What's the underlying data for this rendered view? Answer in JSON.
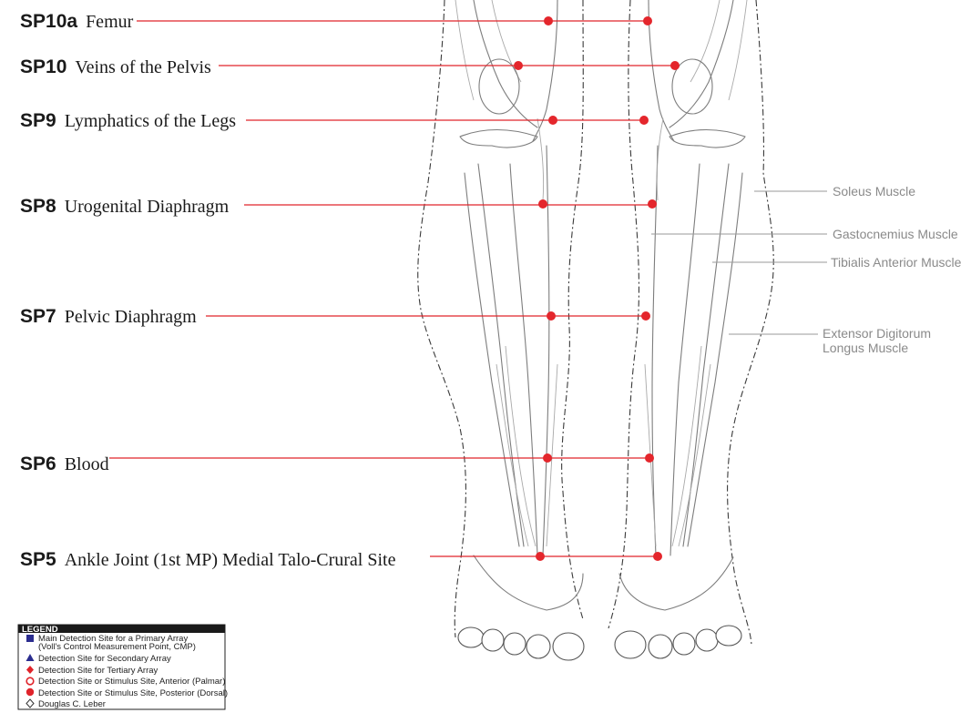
{
  "points": [
    {
      "code": "SP10a",
      "name": "Femur"
    },
    {
      "code": "SP10",
      "name": "Veins of the Pelvis"
    },
    {
      "code": "SP9",
      "name": "Lymphatics of the Legs"
    },
    {
      "code": "SP8",
      "name": "Urogenital Diaphragm"
    },
    {
      "code": "SP7",
      "name": "Pelvic Diaphragm"
    },
    {
      "code": "SP6",
      "name": "Blood"
    },
    {
      "code": "SP5",
      "name": "Ankle Joint  (1st MP) Medial Talo-Crural Site"
    }
  ],
  "muscles": [
    {
      "label": "Soleus Muscle"
    },
    {
      "label": "Gastocnemius Muscle"
    },
    {
      "label": "Tibialis Anterior Muscle"
    },
    {
      "label_line1": "Extensor Digitorum",
      "label_line2": "Longus Muscle"
    }
  ],
  "legend": {
    "title": "LEGEND",
    "items": [
      {
        "icon": "square",
        "color": "#2b2d8f",
        "line1": "Main Detection Site for a Primary Array",
        "line2": "(Voll's Control Measurement Point, CMP)"
      },
      {
        "icon": "triangle",
        "color": "#2b2d8f",
        "line1": "Detection Site for Secondary Array"
      },
      {
        "icon": "diamond",
        "color": "#e0242b",
        "line1": "Detection Site for Tertiary Array"
      },
      {
        "icon": "ring",
        "color": "#e0242b",
        "line1": "Detection Site or Stimulus Site, Anterior (Palmar)"
      },
      {
        "icon": "dot",
        "color": "#e0242b",
        "line1": "Detection Site or Stimulus Site, Posterior (Dorsal)"
      },
      {
        "icon": "open-diamond",
        "color": "#333333",
        "line1": "Douglas C. Leber"
      }
    ]
  },
  "colors": {
    "leader_line": "#e0242b",
    "point_dot": "#e4262c",
    "muscle_label": "#8a8a8a"
  }
}
